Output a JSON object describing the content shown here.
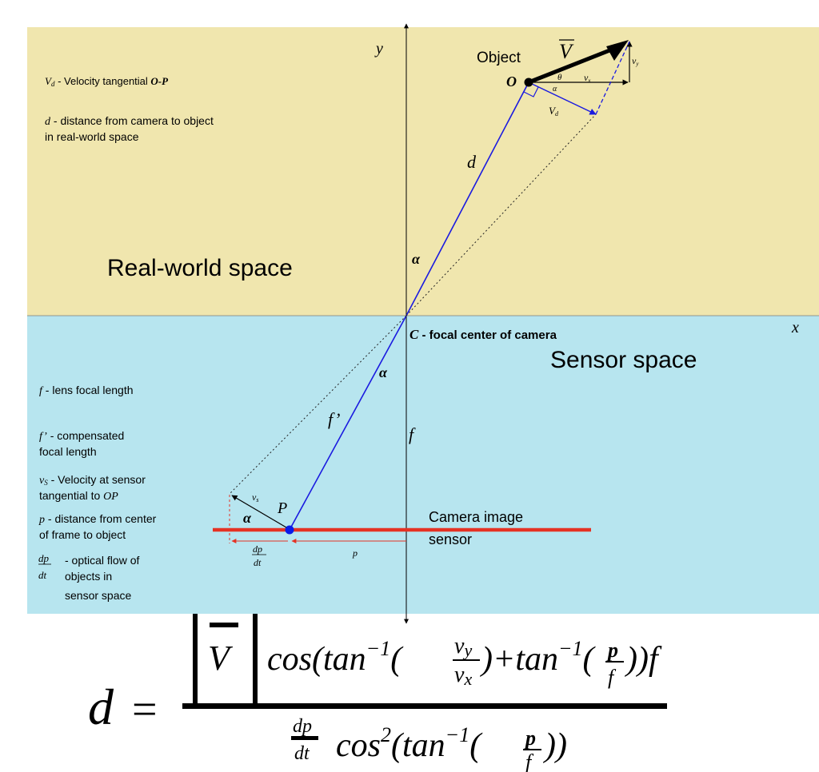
{
  "colors": {
    "real_world_bg": "#F0E6AE",
    "sensor_bg": "#B7E5EF",
    "ray": "#1A1AE0",
    "sensor_bar": "#E53224",
    "flow_arrow": "#E53224",
    "dot_object": "#000000",
    "dot_sensor": "#0A1AE8"
  },
  "regions": {
    "real_world_label": "Real-world space",
    "sensor_label": "Sensor space"
  },
  "axes": {
    "x_label": "x",
    "y_label": "y"
  },
  "object": {
    "label": "Object",
    "point": "O"
  },
  "vectors": {
    "V": "V",
    "vy": "v",
    "vy_sub": "y",
    "vx": "v",
    "vx_sub": "x",
    "theta": "θ",
    "alpha": "α",
    "vd": "V",
    "vd_sub": "d"
  },
  "diagram_labels": {
    "d": "d",
    "alpha_top": "α",
    "alpha_mid": "α",
    "f_prime": "f’",
    "f": "f",
    "P": "P",
    "vs": "v",
    "vs_sub": "s",
    "alpha_p": "α",
    "p": "p",
    "dp": "dp",
    "dt": "dt"
  },
  "focal_center": {
    "symbol": "C",
    "text": " - focal center of camera"
  },
  "sensor": {
    "line1": "Camera image",
    "line2": "sensor"
  },
  "legend_top": {
    "vd_sym": "V",
    "vd_sub": "d",
    "vd_text": " - Velocity tangential ",
    "vd_ref": "O-P",
    "d_sym": "d",
    "d_text1": " - distance from camera to object",
    "d_text2": "in real-world space"
  },
  "legend_bottom": {
    "f_sym": "f",
    "f_text": " - lens focal length",
    "fp_sym": "f’",
    "fp_text1": " - compensated",
    "fp_text2": "focal length",
    "vs_sym": "v",
    "vs_sub": "S",
    "vs_text1": " - Velocity at sensor",
    "vs_text2": "tangential to ",
    "vs_ref": "OP",
    "p_sym": "p",
    "p_text1": " - distance from center",
    "p_text2": "of frame to object",
    "dp": "dp",
    "dt": "dt",
    "flow_text1": "- optical flow of",
    "flow_text2": "objects in",
    "flow_text3": "sensor space"
  },
  "formula": {
    "lhs": "d",
    "eq": "=",
    "V": "V",
    "cos": "cos(",
    "tan": "tan",
    "inv": "−1",
    "lp": "(",
    "vy": "v",
    "vy_sub": "y",
    "vx": "v",
    "vx_sub": "x",
    "plus": ")+",
    "p": "p",
    "f": "f",
    "close": "))f",
    "dp": "dp",
    "dt": "dt",
    "cos2": "cos",
    "sq": "2",
    "tan2_open": "(tan",
    "close2": "))"
  }
}
